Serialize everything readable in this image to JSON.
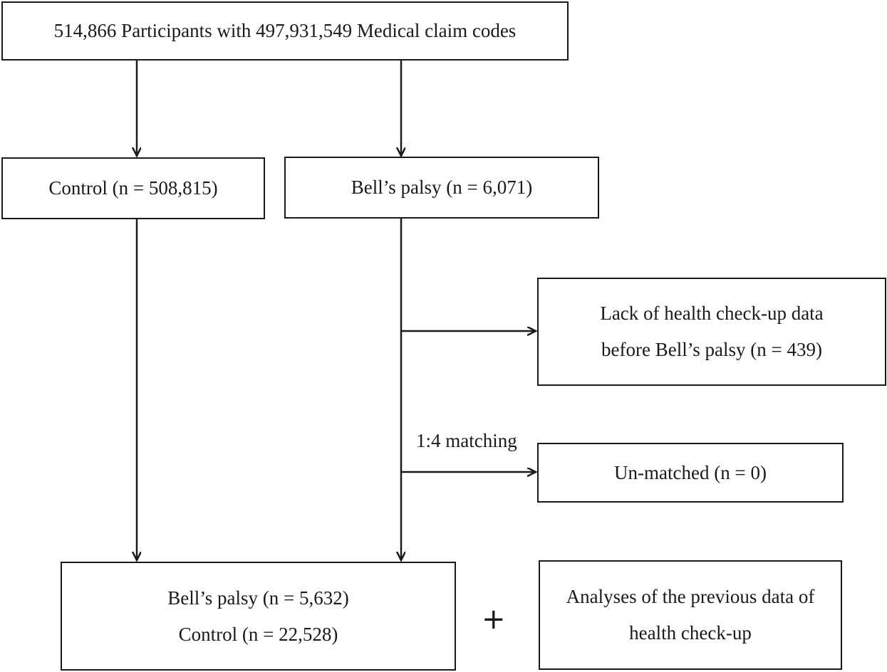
{
  "boxes": {
    "source": "514,866 Participants with  497,931,549 Medical claim codes",
    "control": "Control (n = 508,815)",
    "bells": "Bell’s palsy (n = 6,071)",
    "lack": [
      "Lack of health check-up data",
      "before Bell’s palsy (n = 439)"
    ],
    "unmatched": "Un-matched (n = 0)",
    "final": [
      "Bell’s palsy (n = 5,632)",
      "Control (n = 22,528)"
    ],
    "analyses": [
      "Analyses of the previous data of",
      "health check-up"
    ]
  },
  "labels": {
    "matching": "1:4 matching",
    "plus": "+"
  },
  "colors": {
    "stroke": "#1a1a1a",
    "background": "#ffffff"
  }
}
